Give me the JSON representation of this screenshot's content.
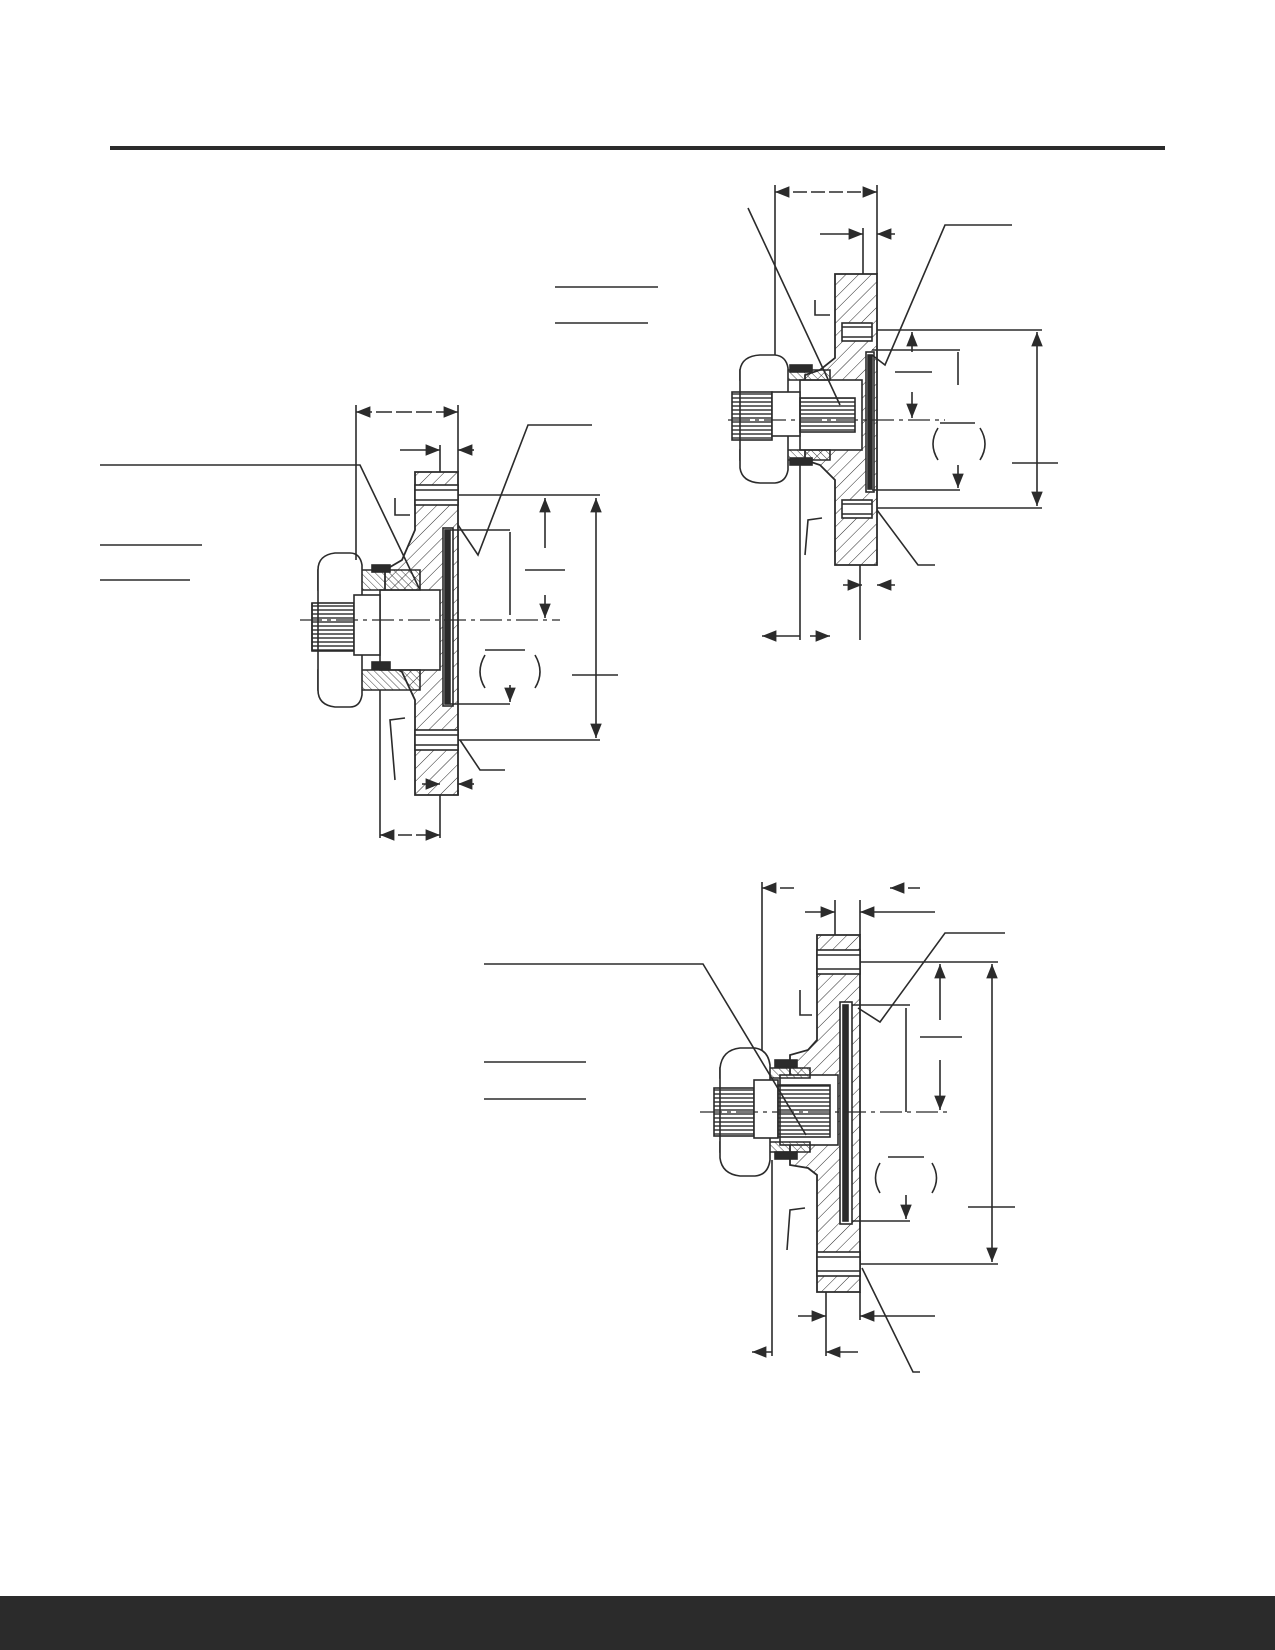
{
  "page": {
    "background": "#ffffff",
    "ink": "#2b2b2b",
    "footer_color": "#2b2b2b",
    "header_rule_color": "#2b2b2b"
  },
  "drawings": [
    {
      "name": "flange-drawing-left"
    },
    {
      "name": "flange-drawing-top-right"
    },
    {
      "name": "flange-drawing-bottom-right"
    }
  ]
}
